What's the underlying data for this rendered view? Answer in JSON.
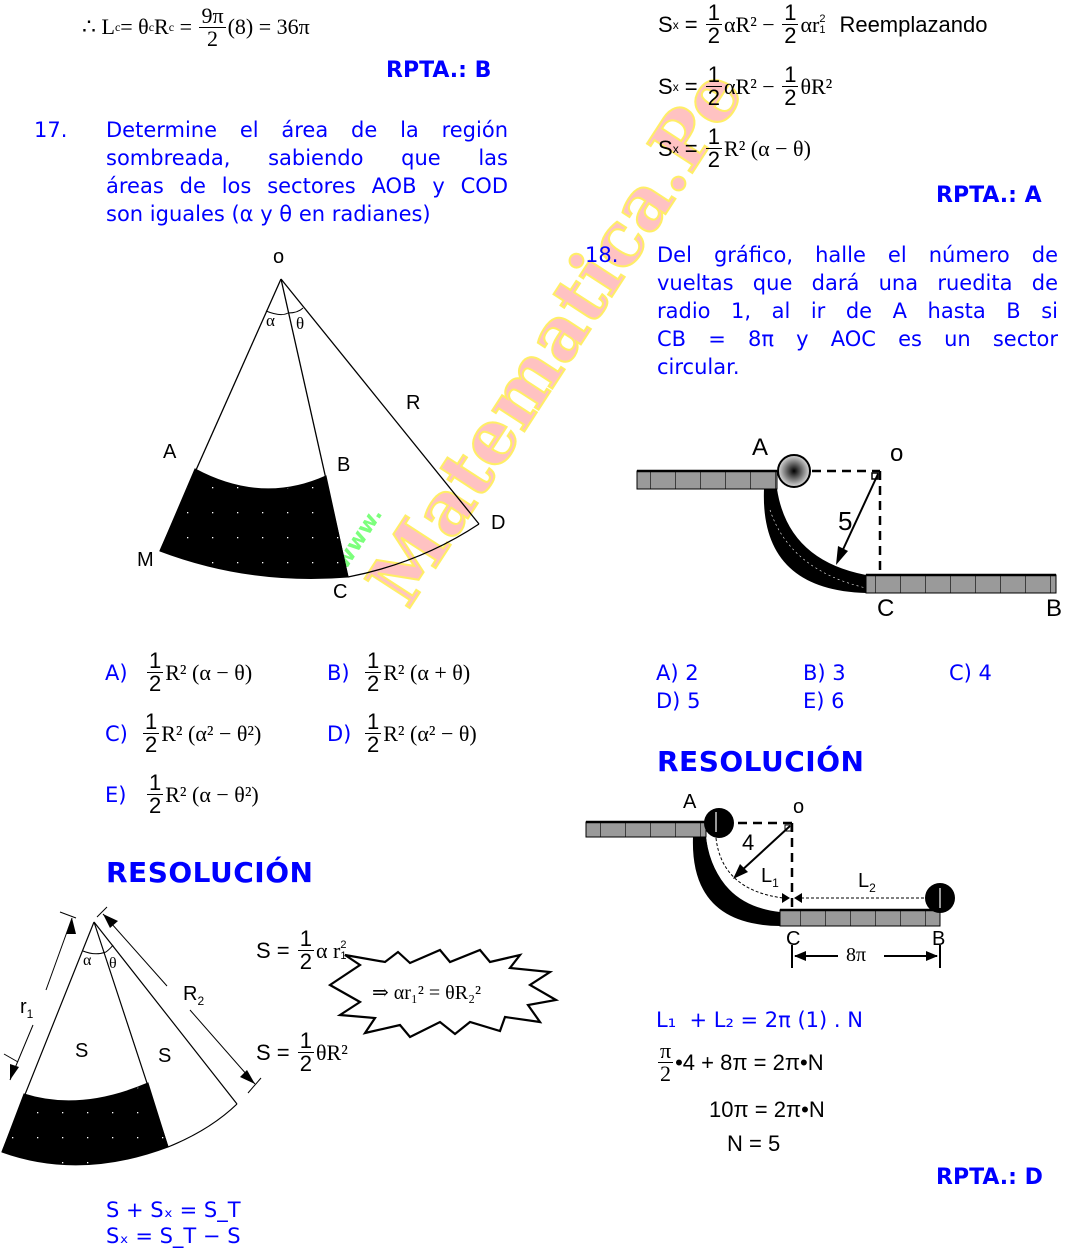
{
  "left": {
    "top_formula": {
      "prefix": "∴ L",
      "sub_c": "c",
      "eq1": " = θ",
      "sub_c2": "c",
      "r": "R",
      "sub_c3": "c",
      "eq2": " = ",
      "frac_num": "9π",
      "frac_den": "2",
      "tail": "(8) = 36π"
    },
    "rpta_prev": "RPTA.: B",
    "problem17": {
      "number": "17.",
      "lines": [
        "Determine el área de la región",
        "sombreada, sabiendo que las",
        "áreas de los sectores AOB y COD",
        "son iguales (α y θ en radianes)"
      ]
    },
    "figure17": {
      "labels": {
        "O": "o",
        "alpha": "α",
        "theta": "θ",
        "R": "R",
        "A": "A",
        "B": "B",
        "C": "C",
        "D": "D",
        "M": "M"
      }
    },
    "options17": [
      {
        "letter": "A)",
        "num": "1",
        "den": "2",
        "expr": "R² (α − θ)"
      },
      {
        "letter": "B)",
        "num": "1",
        "den": "2",
        "expr": "R² (α + θ)"
      },
      {
        "letter": "C)",
        "num": "1",
        "den": "2",
        "expr": "R² (α² − θ²)"
      },
      {
        "letter": "D)",
        "num": "1",
        "den": "2",
        "expr": "R² (α² − θ)"
      },
      {
        "letter": "E)",
        "num": "1",
        "den": "2",
        "expr": "R² (α − θ²)"
      }
    ],
    "resolucion_heading": "RESOLUCIÓN",
    "figure17_res": {
      "labels": {
        "alpha": "α",
        "theta": "θ",
        "r1": "r",
        "r1_sub": "1",
        "R2": "R",
        "R2_sub": "2",
        "S_left": "S",
        "S_right": "S"
      }
    },
    "res_formulas": {
      "s1_lhs": "S = ",
      "s1_num": "1",
      "s1_den": "2",
      "s1_rhs": "α r",
      "s1_sup": "2",
      "s1_sub": "1",
      "s2_lhs": "S = ",
      "s2_num": "1",
      "s2_den": "2",
      "s2_rhs": "θR²",
      "burst": "⇒ αr₁² = θR₂²"
    },
    "bottom_eqs": [
      "S + Sₓ = S_T",
      "Sₓ = S_T − S"
    ]
  },
  "right": {
    "sx_lines": [
      {
        "lhs": "S",
        "sub": "x",
        "eq": " = ",
        "t1_num": "1",
        "t1_den": "2",
        "t1": "αR² − ",
        "t2_num": "1",
        "t2_den": "2",
        "t2": "αr",
        "t2_sup": "2",
        "t2_sub": "1",
        "note": "Reemplazando"
      },
      {
        "lhs": "S",
        "sub": "x",
        "eq": " = ",
        "t1_num": "1",
        "t1_den": "2",
        "t1": "αR² − ",
        "t2_num": "1",
        "t2_den": "2",
        "t2": "θR²"
      },
      {
        "lhs": "S",
        "sub": "x",
        "eq": " = ",
        "t1_num": "1",
        "t1_den": "2",
        "t1": "R² (α − θ)"
      }
    ],
    "rpta17": "RPTA.: A",
    "problem18": {
      "number": "18.",
      "lines": [
        "Del gráfico, halle el número de",
        "vueltas que dará una ruedita de",
        "radio 1, al ir de A hasta B si",
        "CB = 8π y AOC es un sector",
        "circular."
      ]
    },
    "figure18": {
      "labels": {
        "A": "A",
        "O": "o",
        "radius": "5",
        "C": "C",
        "B": "B"
      }
    },
    "options18": [
      {
        "letter": "A)",
        "value": "2"
      },
      {
        "letter": "B)",
        "value": "3"
      },
      {
        "letter": "C)",
        "value": "4"
      },
      {
        "letter": "D)",
        "value": "5"
      },
      {
        "letter": "E)",
        "value": "6"
      }
    ],
    "resolucion_heading": "RESOLUCIÓN",
    "figure18_res": {
      "labels": {
        "A": "A",
        "O": "o",
        "radius": "4",
        "L1": "L",
        "L1_sub": "1",
        "L2": "L",
        "L2_sub": "2",
        "C": "C",
        "B": "B",
        "CB": "8π"
      }
    },
    "solution": {
      "line1": "L₁  + L₂ = 2π (1) . N",
      "line2_num": "π",
      "line2_den": "2",
      "line2_rest": "•4 + 8π = 2π•N",
      "line3": "10π = 2π•N",
      "line4": "N = 5"
    },
    "rpta18": "RPTA.: D"
  },
  "watermark": {
    "text": "Matematica.Pe",
    "prefix": "www."
  },
  "colors": {
    "text_blue": "#0000ff",
    "black": "#000000",
    "watermark_cyan": "#bfefff",
    "watermark_pink": "#ff9a9a",
    "watermark_yellow": "#ffff66",
    "watermark_green": "#66ff66"
  }
}
